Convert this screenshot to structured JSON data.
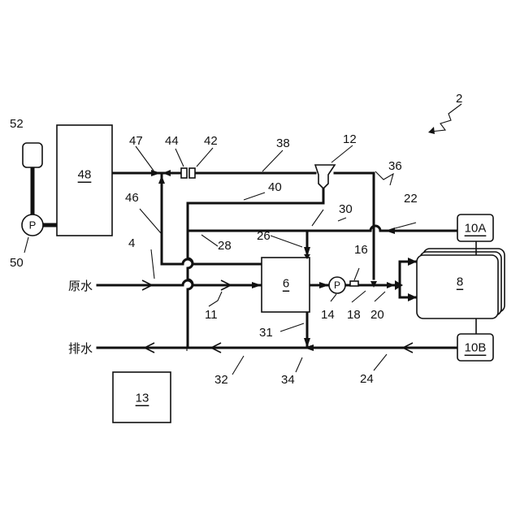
{
  "labels": {
    "system": "2",
    "raw_water_line": "4",
    "tank": "6",
    "membrane_unit": "8",
    "sensor_top": "10A",
    "sensor_bottom": "10B",
    "valve_inlet": "11",
    "funnel": "12",
    "controller": "13",
    "pump": "14",
    "check_16": "16",
    "valve_18": "18",
    "valve_20": "20",
    "line_22": "22",
    "line_24": "24",
    "valve_26": "26",
    "line_28": "28",
    "line_30": "30",
    "line_31": "31",
    "line_32": "32",
    "valve_34": "34",
    "line_36": "36",
    "line_38": "38",
    "line_40": "40",
    "valve_42": "42",
    "valve_44": "44",
    "line_46": "46",
    "valve_47": "47",
    "reservoir": "48",
    "pump_50": "50",
    "vessel_52": "52",
    "raw_water_text": "原水",
    "drain_text": "排水",
    "pump_symbol": "P"
  },
  "icons": {
    "pump": "pump-icon",
    "funnel": "funnel-icon",
    "valve": "valve-icon",
    "arrow": "flow-arrow-icon",
    "squiggle": "squiggle-arrow-icon"
  }
}
